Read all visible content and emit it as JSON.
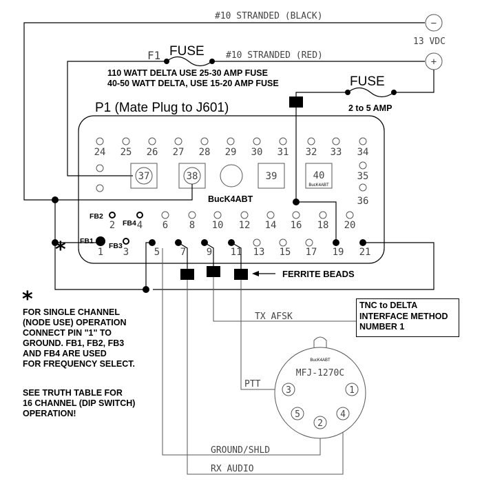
{
  "wires": {
    "black": "#10 STRANDED (BLACK)",
    "red": "#10 STRANDED (RED)"
  },
  "power": {
    "minus_symbol": "−",
    "plus_symbol": "+",
    "voltage": "13 VDC"
  },
  "fuse_main": {
    "ref": "F1",
    "label": "FUSE",
    "note_line1": "110 WATT DELTA USE 25-30 AMP FUSE",
    "note_line2": "40-50 WATT DELTA, USE 15-20 AMP FUSE"
  },
  "fuse_small": {
    "label": "FUSE",
    "rating": "2 to 5 AMP"
  },
  "plug": {
    "title": "P1 (Mate Plug to J601)",
    "watermark": "BucK4ABT",
    "boxed_small": "BucK4ABT"
  },
  "pins": {
    "top_row": [
      "24",
      "25",
      "26",
      "27",
      "28",
      "29",
      "30",
      "31",
      "32",
      "33",
      "34"
    ],
    "boxed": [
      "37",
      "38",
      "39",
      "40"
    ],
    "side": [
      "35",
      "36"
    ],
    "even_row": [
      "2",
      "4",
      "6",
      "8",
      "10",
      "12",
      "14",
      "16",
      "18",
      "20"
    ],
    "odd_row": [
      "1",
      "3",
      "5",
      "7",
      "9",
      "11",
      "13",
      "15",
      "17",
      "19",
      "21"
    ]
  },
  "ferrite": {
    "fb1": "FB1",
    "fb2": "FB2",
    "fb3": "FB3",
    "fb4": "FB4",
    "label": "FERRITE BEADS"
  },
  "signals": {
    "tx": "TX AFSK",
    "ptt": "PTT",
    "ground": "GROUND/SHLD",
    "rx": "RX AUDIO"
  },
  "connector": {
    "name": "MFJ-1270C",
    "small": "BucK4ABT",
    "pins": [
      "1",
      "2",
      "3",
      "4",
      "5"
    ]
  },
  "notes": {
    "star": "*",
    "single_channel": [
      "FOR SINGLE CHANNEL",
      "(NODE USE) OPERATION",
      "CONNECT PIN \"1\" TO",
      "GROUND.  FB1, FB2, FB3",
      "AND FB4 ARE USED",
      "FOR FREQUENCY SELECT."
    ],
    "truth_table": [
      "SEE TRUTH TABLE FOR",
      "16 CHANNEL (DIP SWITCH)",
      "OPERATION!"
    ],
    "method": [
      "TNC to DELTA",
      "INTERFACE METHOD",
      "NUMBER  1"
    ]
  }
}
